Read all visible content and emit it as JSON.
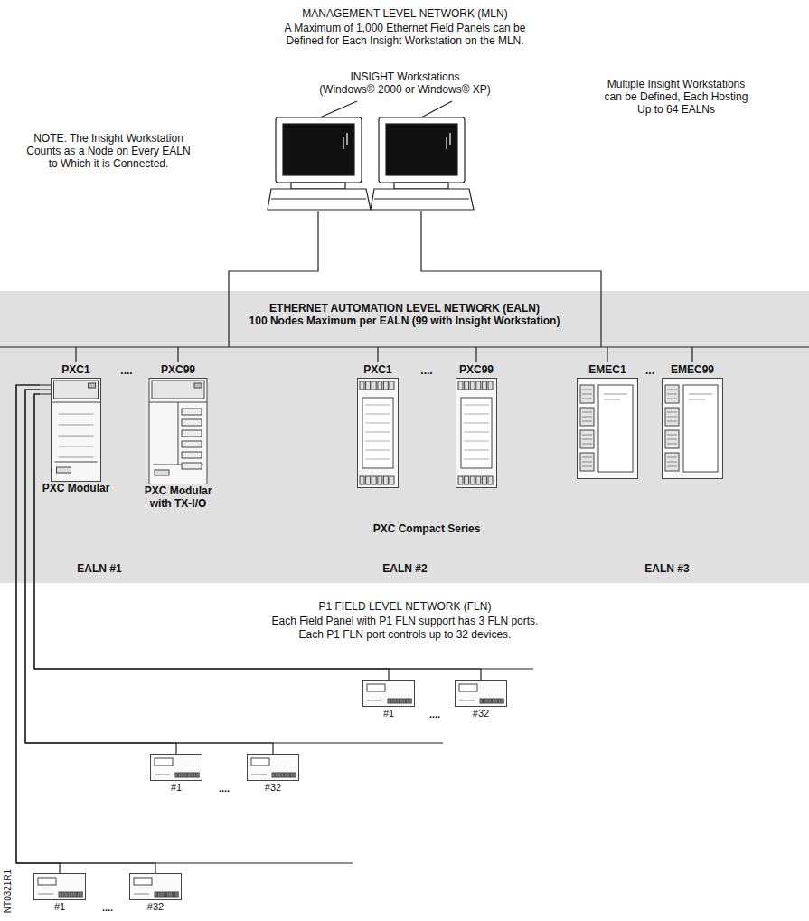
{
  "diagram": {
    "title": "MANAGEMENT LEVEL NETWORK (MLN)",
    "nodes": [
      {
        "text": [
          "ETHERNET AUTOMATION LEVEL NETWORK (EALN)",
          "100 Nodes Maximum per EALN (99 with Insight Workstation)"
        ]
      },
      {
        "text": [
          "PXC1",
          "PXC Modular"
        ],
        "in": 0
      },
      {
        "text": [
          "PXC99",
          "PXC Modular with TX-I/O"
        ],
        "in": 0
      },
      {
        "text": [
          "PXC1"
        ],
        "in": 0
      },
      {
        "text": [
          "PXC99"
        ],
        "in": 0
      },
      {
        "text": [
          "EMEC1"
        ],
        "in": 0
      },
      {
        "text": [
          "EMEC99"
        ],
        "in": 0
      },
      {
        "text": [
          "#1"
        ]
      },
      {
        "text": [
          "#32"
        ]
      },
      {
        "text": [
          "#1"
        ]
      },
      {
        "text": [
          "#32"
        ]
      },
      {
        "text": [
          "#1"
        ]
      },
      {
        "text": [
          "#32"
        ]
      }
    ],
    "edges": [
      {
        "from": 1,
        "to": 7,
        "arrow": "none"
      },
      {
        "from": 1,
        "to": 8,
        "arrow": "none"
      },
      {
        "from": 1,
        "to": 9,
        "arrow": "none"
      },
      {
        "from": 1,
        "to": 10,
        "arrow": "none"
      },
      {
        "from": 1,
        "to": 11,
        "arrow": "none"
      },
      {
        "from": 1,
        "to": 12,
        "arrow": "none"
      }
    ],
    "labels": [
      "A Maximum of 1,000 Ethernet Field Panels can be Defined for Each Insight Workstation on the MLN.",
      "INSIGHT Workstations",
      "(Windows® 2000 or Windows® XP)",
      "NOTE: The Insight Workstation Counts as a Node on Every EALN to Which it is Connected.",
      "Multiple Insight Workstations can be Defined, Each Hosting Up to 64 EALNs",
      "....",
      "....",
      "...",
      "PXC Compact Series",
      "EALN #1",
      "EALN #2",
      "EALN #3",
      "P1 FIELD LEVEL NETWORK (FLN)",
      "Each Field Panel with P1 FLN support has 3 FLN ports.",
      "Each P1 FLN port controls up to 32 devices.",
      "....",
      "....",
      "....",
      "NT0321R1"
    ]
  }
}
